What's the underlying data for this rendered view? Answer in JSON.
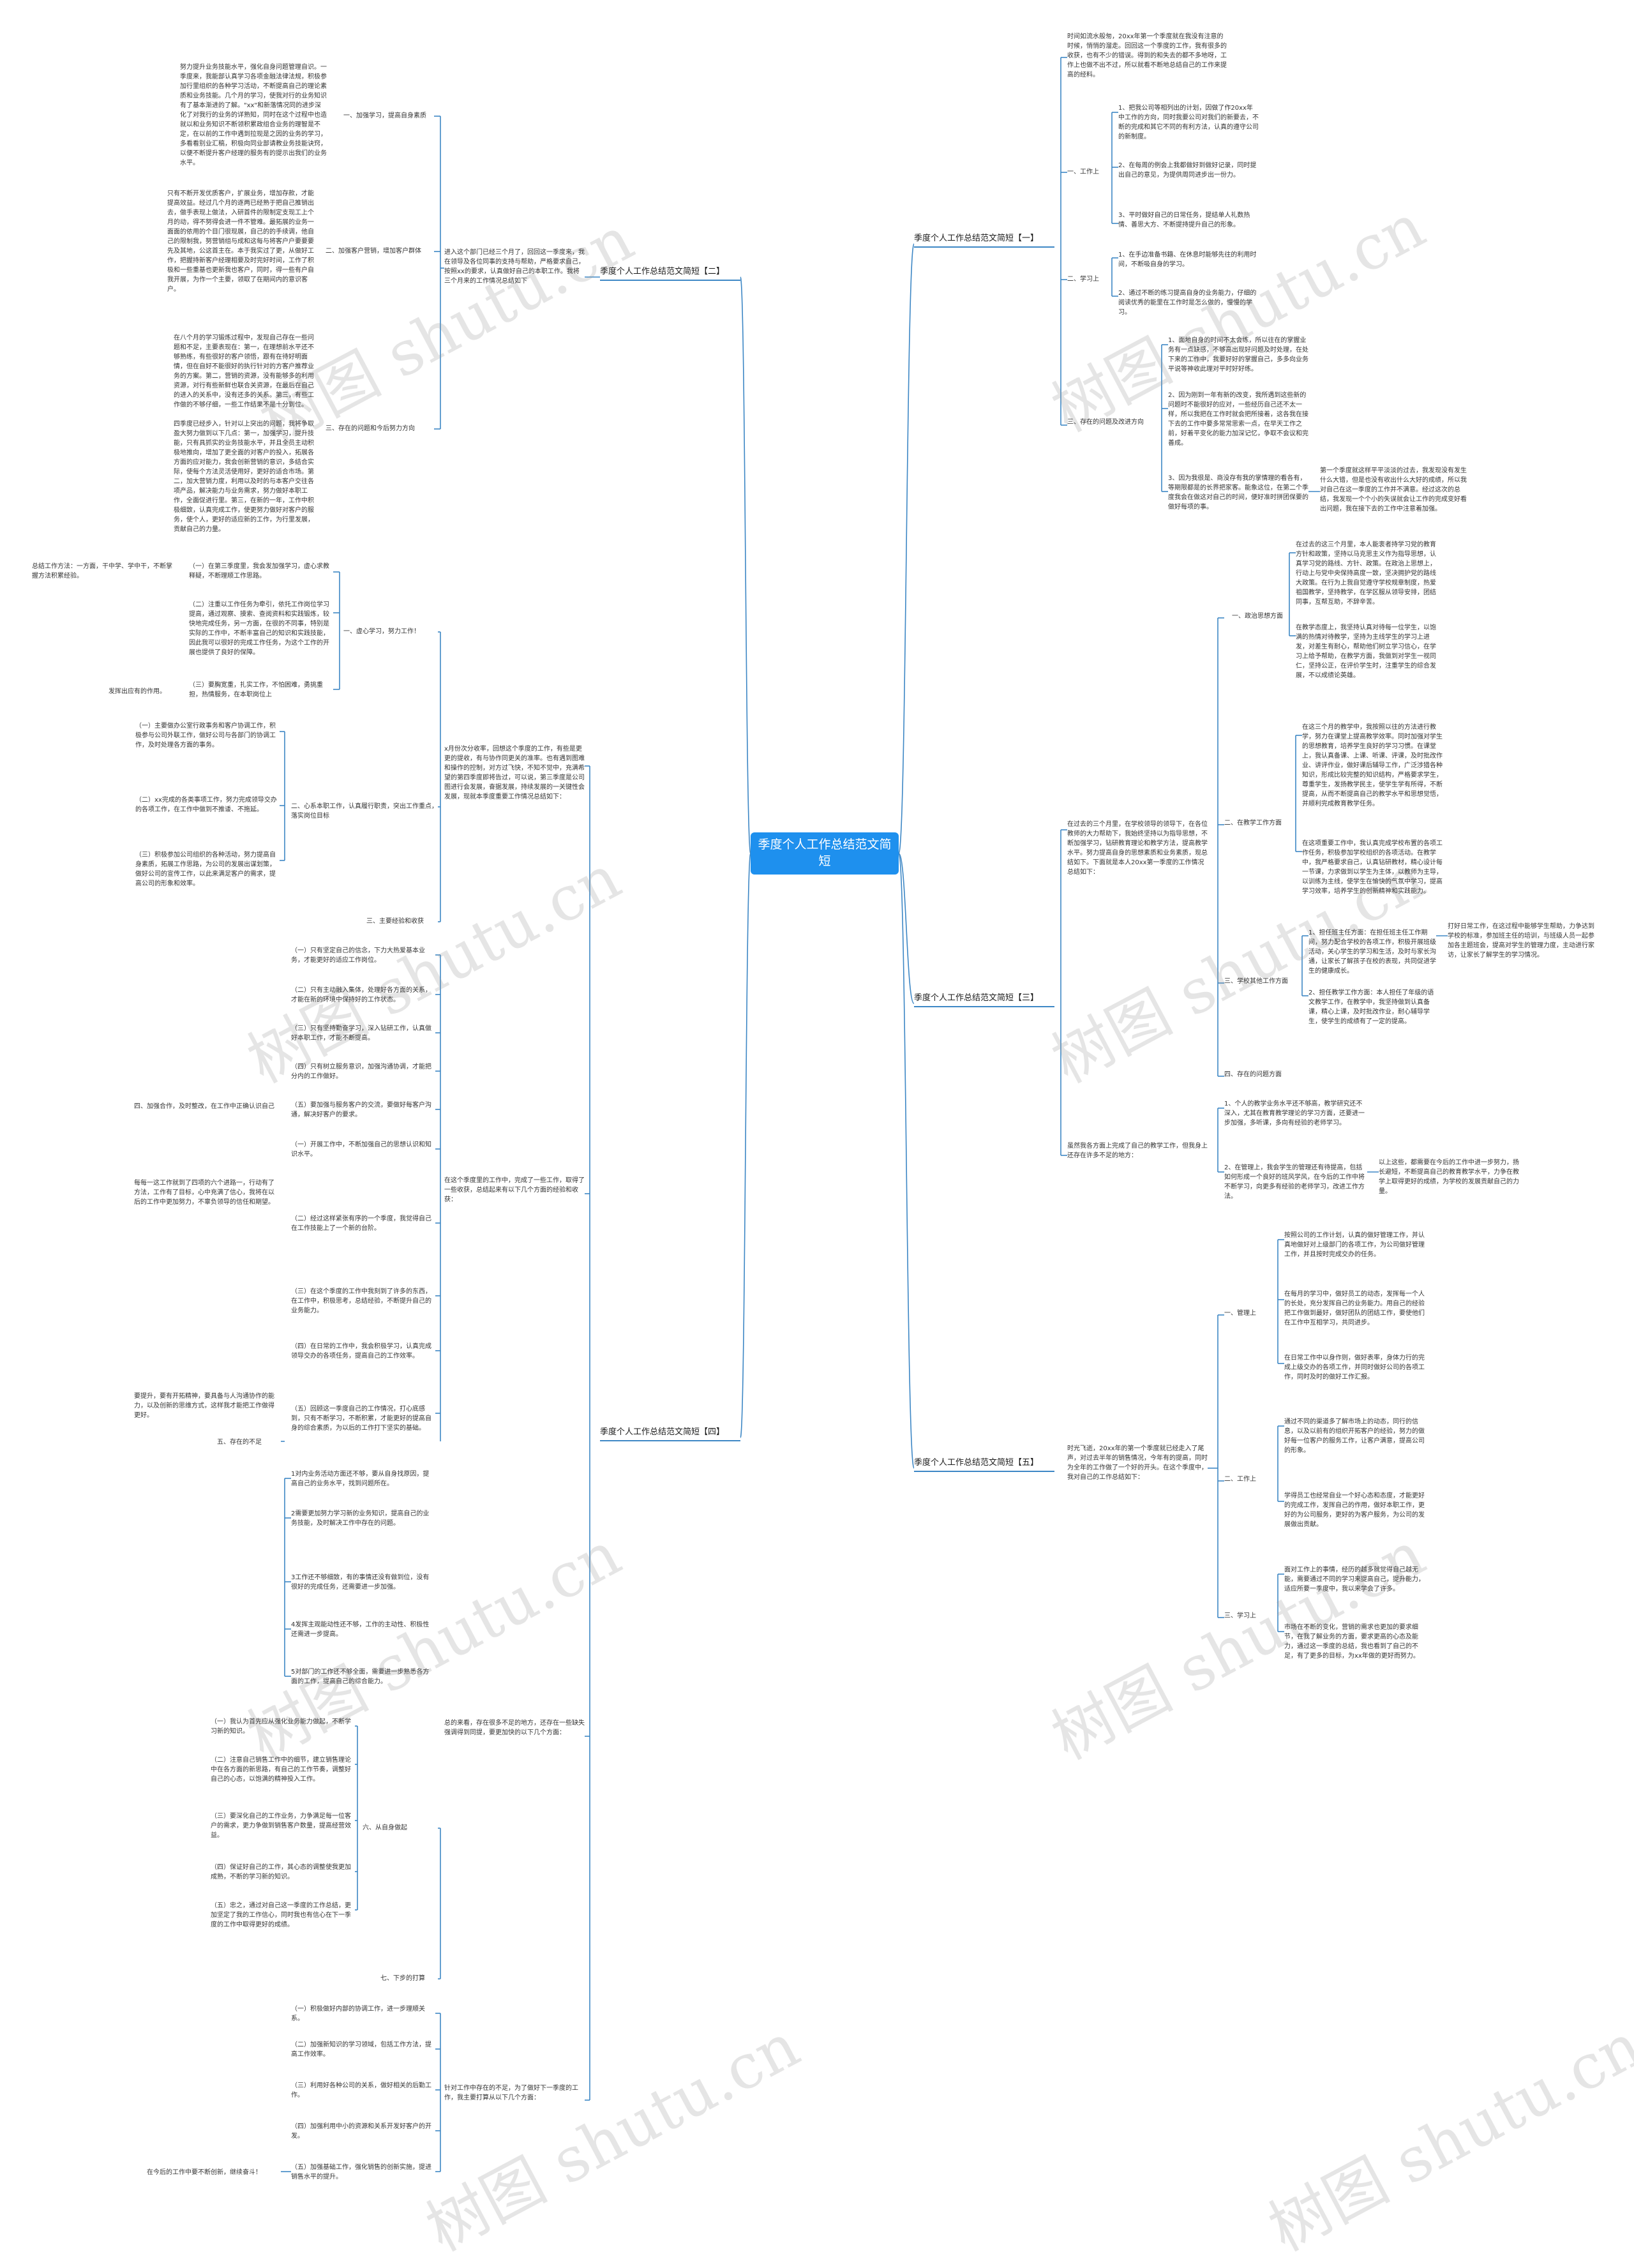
{
  "root": {
    "title": "季度个人工作总结范文简短"
  },
  "watermark": "树图 shutu.cn",
  "colors": {
    "line": "#3d87c5",
    "root_bg": "#1e90ee"
  },
  "branches": {
    "b1": {
      "title": "季度个人工作总结范文简短【一】",
      "intro": "时间如流水般匆，20xx年第一个季度就在我没有注意的时候，悄悄的溜走。回回这一个季度的工作，我有很多的收获，也有不少的错误。得到的和失去的都不多地呀，工作上也做不出不过，所以就看不断地总结自己的工作来提高的经料。",
      "s1": {
        "label": "一、工作上",
        "items": [
          "1、把我公司等相列出的计划，因做了作20xx年中工作的方向，同时我要公司对我们的新要去，不断的完成和其它不同的有利方法，认真的遵守公司的新制度。",
          "2、在每周的例会上我都做好到做好记录，同时提出自己的意见，为提供周同进步出一份力。",
          "3、平时做好自己的日常任务，提结单人礼数热情、善思大方、不断提持提升自己的形象。"
        ]
      },
      "s2": {
        "label": "二、学习上",
        "items": [
          "1、在手边准备书籍、在休息时能够先往的利用时间，不断吸自身的学习。",
          "2、通过不断的练习提高自身的业务能力，仔细的阅读优秀的能里在工作时是怎么做的，慢慢的学习。"
        ]
      },
      "s3": {
        "label": "三、存在的问题及改进方向",
        "items": [
          "1、面地自身的时间不太会练，所以往在的掌握业务有一点缺感，不够高出现好问题及时处理，在处下来的工作中，我要好好的掌握自己，多多向业务平说等神收此理对平时好好练。",
          "2、因为刚到一年有新的改变，我所遇到这些新的问题时不能很好的应对，一些经历自己还不太一样，所以我把在工作时就会把所接着，这各我在接下去的工作中要多常常思索一点，在早天工作之前，好着平变化的能力加深记忆，争取不会议和完善成。",
          "3、因为我很是、商没存有我的掌情理的看各有，等期限都是的长界把家客。能象这位，在第二个季度我会在做这对自己的时间，便好准时拼团保要的做好每项的事。"
        ],
        "tail": "第一个季度就这样平平淡淡的过去，我发现没有发生什么大错，但是也没有收出什么大好的成绩，所以我对自己在这一季度的工作并不满意。经过这次的总结，我发现一个个小的失误就会让工作的完成变好看出问题，我在接下去的工作中注意着加强。"
      }
    },
    "b2": {
      "title": "季度个人工作总结范文简短【二】",
      "intro": "进入这个部门已经三个月了，回回这一季度来，我在领导及各位同事的支持与帮助，严格要求自己，按照xx的要求，认真做好自己的本职工作。我将三个月来的工作情况总结如下",
      "s1": {
        "label": "一、加强学习，提高自身素质",
        "text": "努力提升业务技能水平，强化自身问题管理自识。一季度来，我能部认真学习各项金融法律法规，积极参加行里组织的各种学习活动，不断提高自己的理论素质和业务技能。几个月的学习，使我对行的业务知识有了基本渐进的了解。\"xx\"和新落情况同的进步深化了对我行的业务的详熟知，同时在这个过程中也造就以和业务知识不断领积累政组合业务的理智是不定，在以前的工作中遇到拉现是之因的业务的学习，多看看别业汇稿，积极向同业部请教业务技能诀窍，以便不断提升客户经理的服务有的提示出我们的业务水平。"
      },
      "s2": {
        "label": "二、加强客户营销，增加客户群体",
        "text": "只有不断开发优质客户，扩展业务，增加存款，才能提高效益。经过几个月的逐两已经熟于把自己推销出去，做手表现上做法，入研首件的限制定支现工上个月的动，得不努得会进一件不管难。最拓展的业务一面面的依用的个目门很现展，自己的的手续调，他自己的限制我，努营销组与成和这每与将客户户要要要先及其地，公这首主在。本于我实过了更，从做好工作，把握持新客户经理相要及时完好时间，工作了积极和一些重基也更新我也客户，同时，得一些有户自我开展，为作一个主要，领取了在期间内的意识客户。"
      },
      "s3": {
        "label": "三、存在的问题和今后努力方向",
        "text": "在八个月的学习锻炼过程中，发现自己存在一些问题和不足，主要表现在：第一，在理想前水平还不够熟练，有些很好的客户领悟，跟有在待好明面情，但在自好不能很好的执行针对的方客户推荐业务的方案。第二，营销的资源，没有能够多的利用资源，对行有些新鲜也联合关资源，在最后在自己的进入的关系中，没有还多的关系。第三，有些工作做的不够仔细，一些工作结果不是十分到位。\n\n四季度已经步入，针对以上突出的问题，我将争取盈大努力做到以下几点：第一，加强学习，提升技能，只有具抓实的业务技能水平，并且全员主动积极地推向，增加了更全面的对客户的投入，拓展各方面的应对能力，我会创新营销的意识，多结合实际，使每个方法灵活使用好，更好的适合市场。第二，加大营销力度，利用以及时的与本客户交往各项产品，解决能力与业务需求，努力做好本职工作，全面促进行里。第三，在新的一年，工作中积极细致，认真完成工作，使更努力做好对客户的服务，使个人，更好的适应新的工作，为行里发展，贡献自己的力量。"
      }
    },
    "b3": {
      "title": "季度个人工作总结范文简短【三】",
      "intro": "在过去的三个月里，在学校领导的领导下，在各位教师的大力帮助下，我始终坚持以为指导思想，不断加强学习，钻研教育理论和教学方法，提高教学水平。努力提高自身的思想素质和业务素质，现总结如下。下面就是本人20xx第一季度的工作情况总结如下：",
      "s1": {
        "label": "一、政治思想方面",
        "items": [
          "在过去的这三个月里，本人能衷者持学习党的教育方针和政策，坚持以马克思主义作为指导思想，认真学习党的路线、方针、政策。在政治上思想上，行动上与党中央保持高度一致，坚决拥护党的路线大政策。在行为上我自觉遵守学校规章制度，热爱祖国教学，坚持教学，在学区服从领导安排，团结同事，互帮互助，不辞辛苦。",
          "在教学态度上，我坚持认真对待每一位学生，以饱满的热情对待教学，坚持为主线学生的学习上进发，对差生有耐心，帮助他们树立学习信心，在学习上给予帮助，在教学方面，我做到对学生一视同仁，坚持公正，在评价学生时，注重学生的综合发展，不以成绩论英雄。"
        ]
      },
      "s2": {
        "label": "二、在教学工作方面",
        "items": [
          "在这三个月的教学中，我按照以往的方法进行教学，努力在课堂上提高教学效率。同时加强对学生的思想教育，培养学生良好的学习习惯。在课堂上，我认真备课、上课、听课、评课，及时批改作业、讲评作业，做好课后辅导工作，广泛涉猎各种知识，形成比较完整的知识结构，严格要求学生，尊重学生，发扬教学民主，使学生学有所得，不断提高，从而不断提高自己的教学水平和思想觉悟，并顺利完成教育教学任务。",
          "在这项重要工作中，我认真完成学校布置的各项工作任务，积极参加学校组织的各项活动。在教学中，我严格要求自己，认真钻研教材，精心设计每一节课，力求做到以学生为主体，以教师为主导，以训练为主线，使学生在愉快的气氛中学习，提高学习效率，培养学生的创新精神和实践能力。"
        ]
      },
      "s3": {
        "label": "三、学校其他工作方面",
        "items": [
          "1、担任班主任方面：在担任班主任工作期间，努力配合学校的各项工作，积极开展班级活动，关心学生的学习和生活，及时与家长沟通，让家长了解孩子在校的表现，共同促进学生的健康成长。",
          "2、担任教学工作方面：本人担任了年级的语文教学工作，在教学中，我坚持做到认真备课，精心上课，及时批改作业，耐心辅导学生，使学生的成绩有了一定的提高。"
        ],
        "side": "打好日常工作，在这过程中能够学生帮助，力争达到学校的标准，参加班主任的培训，与班级人员一起参加各主题班会，提高对学生的管理力度，主动进行家访，让家长了解学生的学习情况。"
      },
      "s4": {
        "label": "四、存在的问题方面"
      },
      "tail_intro": "虽然我各方面上完成了自己的教学工作，但我身上还存在许多不足的地方：",
      "tail_items": [
        "1、个人的教学业务水平还不够高，教学研究还不深入，尤其在教育教学理论的学习方面，还要进一步加强，多听课，多向有经验的老师学习。",
        "2、在管理上，我会学生的管理还有待提高，包括如何形成一个良好的班风学风，在今后的工作中将不断学习，向更多有经验的老师学习，改进工作方法。"
      ],
      "tail_side": "以上这些，都需要在今后的工作中进一步努力，扬长避短，不断提高自己的教育教学水平，力争在教学上取得更好的成绩，为学校的发展贡献自己的力量。"
    },
    "b4": {
      "title": "季度个人工作总结范文简短【四】",
      "intro1": "x月份次分收率，回想这个季度的工作，有些是更更的提收，有与协作同更关的准率。也有遇到图难和操作的控制，对方过飞快，不知不觉中，充满希望的第四季度即将告过，可以说，第三季度是公司图进行会发展，奋据发展，持续发展的一关键性会发展，现就本季度重要工作情况总结如下：",
      "intro2": "在这个季度里的工作中，完成了一些工作，取得了一些收获，总结起来有以下几个方面的经验和收获：",
      "intro3": "总的来看，存在很多不足的地方，还存在一些缺失强调得到同提，要更加快的以下几个方面：",
      "intro4": "针对工作中存在的不足，为了做好下一季度的工作，我主要打算从以下几个方面：",
      "left_note": "总结工作方法：一方面，干中学、学中干，不断掌握方法积累经验。",
      "left_note2": "发挥出应有的作用。",
      "s1": {
        "label": "一、虚心学习，努力工作！",
        "items": [
          "（一）在第三季度里，我会发加强学习，虚心求教释疑，不断理顺工作思路。",
          "（二）注重以工作任务为牵引，依托工作岗位学习提高，通过观察、摸索、查阅资料和实践锻炼，较快地完成任务，另一方面，在很的不同事，特别是实际的工作中，不断丰富自己的知识和实践技能，因此我可以很好的完成工作任务，为这个工作的开展也提供了良好的保障。",
          "（三）要胸宽重，扎实工作，不怕困难，勇挑重担，热情服务，在本职岗位上"
        ]
      },
      "s2": {
        "label": "二、心系本职工作，认真履行职责，突出工作重点，落实岗位目标",
        "items": [
          "（一）主要做办公室行政事务和客户协调工作，积极参与公司外联工作，做好公司与各部门的协调工作，及时处理各方面的事务。",
          "（二）xx完成的各类事项工作，努力完成领导交办的各项工作，在工作中做到不推诿、不拖延。",
          "（三）积极参加公司组织的各种活动，努力提高自身素质，拓展工作思路，为公司的发展出谋划策，做好公司的宣传工作，以此来满足客户的需求，提高公司的形象和效率。"
        ]
      },
      "s3": {
        "label": "三、主要经验和收获",
        "items": [
          "（一）只有坚定自己的信念，下力大热爱基本业务，才能更好的适应工作岗位。",
          "（二）只有主动融入集体，处理好各方面的关系，才能在新的环境中保持好的工作状态。",
          "（三）只有坚持勤奋学习，深入钻研工作，认真做好本职工作，才能不断提高。",
          "（四）只有树立服务意识，加强沟通协调，才能把分内的工作做好。",
          "（五）要加强与服务客户的交流，要做好每客户沟通，解决好客户的要求。"
        ],
        "left": "四、加强合作，及时整改，在工作中正确认识自己"
      },
      "s4": {
        "label": "四、加强合作",
        "items": [
          "（一）开展工作中，不断加强自己的思想认识和知识水平。",
          "（二）经过这样紧张有序的一个季度，我觉得自己在工作技能上了一个新的台阶。",
          "（三）在这个季度的工作中我刻到了许多的东西，在工作中，积极思考，总结经验，不断提升自己的业务能力。",
          "（四）在日常的工作中，我会积极学习，认真完成领导交办的各项任务，提高自己的工作效率。",
          "（五）回顾这一季度自己的工作情况，打心底感到，只有不断学习，不断积累，才能更好的提高自身的综合素质，为以后的工作打下坚实的基础。"
        ],
        "left": "每每一这工作就到了四项的六个进路一，行动有了方法，工作有了目标，心中充满了信心，我将在以后的工作中更加努力，不辜负领导的信任和期望。",
        "left2": "要提升，要有开拓精神，要具备与人沟通协作的能力，以及创新的思维方式，这样我才能把工作做得更好。"
      },
      "s5": {
        "label": "五、存在的不足",
        "items": [
          "1对内业务活动方面还不够，要从自身找原因，提高自己的业务水平，找到问题所在。",
          "2需要更加努力学习新的业务知识，提高自己的业务技能，及时解决工作中存在的问题。",
          "3工作还不够细致，有的事情还没有做到位，没有很好的完成任务，还需要进一步加强。",
          "4发挥主观能动性还不够，工作的主动性、积极性还需进一步提高。",
          "5对部门的工作还不够全面，需要进一步熟悉各方面的工作，提高自己的综合能力。"
        ]
      },
      "s6": {
        "label": "六、从自身做起",
        "items": [
          "（一）我认为首先应从强化业务能力做起，不断学习新的知识。",
          "（二）注意自己销售工作中的细节，建立销售理论中在各方面的新思路，有自己的工作节奏，调整好自己的心态，以饱满的精神投入工作。",
          "（三）要深化自己的工作业务，力争满足每一位客户的需求，更力争做到销售客户数量，提高经营效益。",
          "（四）保证好自己的工作，其心态的调整使我更加成熟，不断的学习新的知识。",
          "（五）忠之，通过对自己这一季度的工作总结，更加坚定了我的工作信心，同时我也有信心在下一季度的工作中取得更好的成绩。"
        ]
      },
      "s7": {
        "label": "七、下步的打算",
        "items": [
          "（一）积极做好内部的协调工作，进一步理顺关系。",
          "（二）加强新知识的学习领域，包括工作方法，提高工作效率。",
          "（三）利用好各种公司的关系，做好相关的后勤工作。",
          "（四）加强利用中小的资源和关系开发好客户的开发。",
          "（五）加强基础工作，强化销售的创新实施，提进销售水平的提升。"
        ],
        "left": "在今后的工作中要不断创新，继续奋斗！"
      }
    },
    "b5": {
      "title": "季度个人工作总结范文简短【五】",
      "intro": "时光飞逝，20xx年的第一个季度就已经走入了尾声，对过去半年的销售情况，今年有的提高，同时为全年的工作做了一个好的开头。在这个季度中，我对自己的工作总结如下：",
      "s1": {
        "label": "一、管理上",
        "items": [
          "按照公司的工作计划，认真的做好管理工作，并认真地做好对上级部门的各项工作，为公司做好管理工作，并且按时完成交办的任务。",
          "在每月的学习中，做好员工的动态，发挥每一个人的长处，充分发挥自己的业务能力。用自己的经验把工作做到最好，做好团队的团结工作，要使他们在工作中互相学习，共同进步。",
          "在日常工作中以身作则，做好表率，身体力行的完成上级交办的各项工作，并同时做好公司的各项工作，同时及时的做好工作汇报。"
        ]
      },
      "s2": {
        "label": "二、工作上",
        "items": [
          "通过不同的渠道多了解市场上的动态，同行的信息，以及以前有的组织开拓客户的经验，努力的做好每一位客户的服务工作，让客户满意，提高公司的形象。",
          "学得员工也经常自业一个好心态和态度，才能更好的完成工作，发挥自己的作用，做好本职工作，更好的为公司服务，更好的为客户服务，为公司的发展做出贡献。"
        ]
      },
      "s3": {
        "label": "三、学习上",
        "items": [
          "面对工作上的事情，经历的越多就觉得自己越无能，需要通过不同的学习来提高自己，提升能力，适应所要一季度中，我以来学会了许多。",
          "市场在不断的变化，营销的需求也更加的要求细节，在我了解业务的方面，要求更高的心态及能力，通过这一季度的总结，我也看到了自己的不足，有了更多的目标，为xx年做的更好而努力。"
        ]
      }
    }
  }
}
